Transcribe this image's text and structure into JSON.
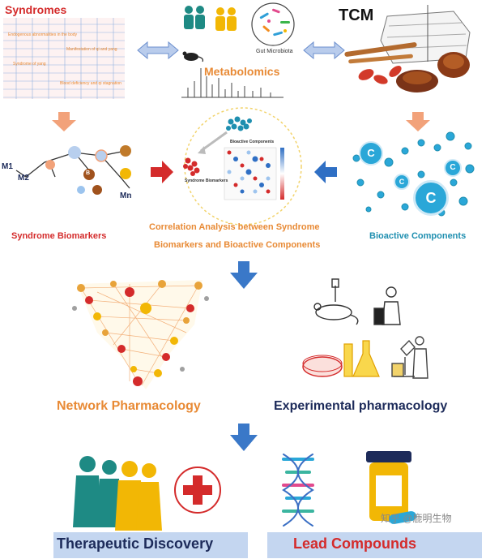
{
  "colors": {
    "red": "#d42b2b",
    "orange": "#e88a35",
    "blue": "#2f6fc4",
    "teal": "#1f8fb0",
    "navy": "#1d2b5a",
    "arrow_blue": "#3a78c8",
    "arrow_orange": "#f2a27a",
    "gold": "#f2b705"
  },
  "syndromes": {
    "title": "Syndromes",
    "notes": [
      "Endogenous abnormalities in the body",
      "Manifestation of qi and yang",
      "Syndrome of yang",
      "Blood deficiency and qi stagnation"
    ]
  },
  "metabolomics": {
    "title": "Metabolomics",
    "gut_label": "Gut Microbiota"
  },
  "tcm": {
    "title": "TCM"
  },
  "syndrome_biomarkers": {
    "title": "Syndrome Biomarkers",
    "nodes": {
      "m1": "M1",
      "m2": "M2",
      "mn": "Mn",
      "b": "B"
    }
  },
  "correlation": {
    "line1": "Correlation Analysis between Syndrome",
    "line2": "Biomarkers and Bioactive Components",
    "heat_title": "Bioactive Components",
    "heat_side": "Syndrome Biomarkers"
  },
  "bioactive": {
    "title": "Bioactive Components",
    "node": "C"
  },
  "network": {
    "title": "Network Pharmacology"
  },
  "experimental": {
    "title": "Experimental pharmacology"
  },
  "therapeutic": {
    "title": "Therapeutic Discovery"
  },
  "lead": {
    "title": "Lead Compounds"
  },
  "watermark": "知乎 @鹿明生物"
}
